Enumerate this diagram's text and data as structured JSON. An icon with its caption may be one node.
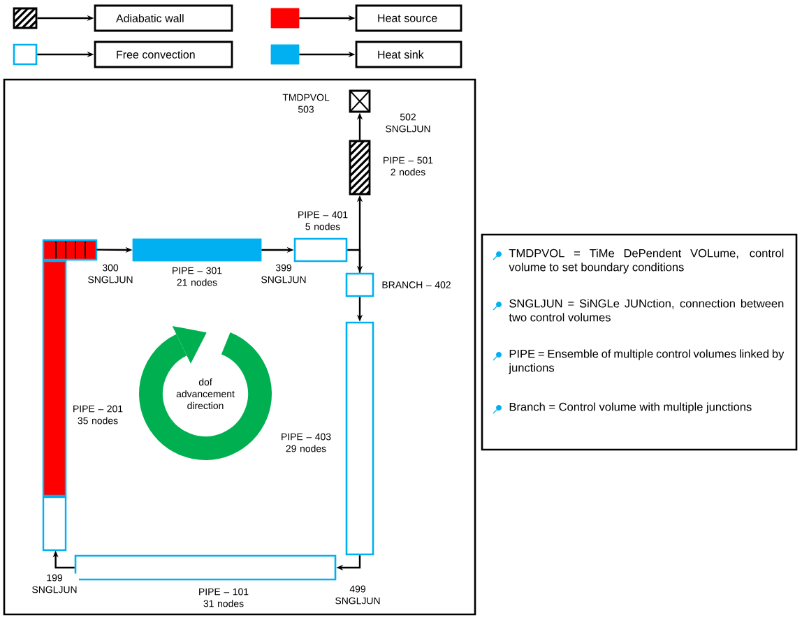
{
  "diagram": {
    "nodes": [
      {
        "text": [],
        "shape": "box"
      },
      {
        "text": [
          "Adiabatic wall"
        ]
      },
      {
        "text": [],
        "shape": "box"
      },
      {
        "text": [
          "Heat source"
        ]
      },
      {
        "text": [],
        "shape": "box"
      },
      {
        "text": [
          "Free convection"
        ]
      },
      {
        "text": [],
        "shape": "box"
      },
      {
        "text": [
          "Heat sink"
        ]
      },
      {
        "text": [
          "TMDPVOL 503"
        ]
      },
      {
        "text": [
          "PIPE – 501 2 nodes"
        ]
      },
      {
        "text": [
          "PIPE – 401 5 nodes"
        ]
      },
      {
        "text": [
          "BRANCH – 402"
        ]
      },
      {
        "text": [
          "PIPE – 403 29 nodes"
        ]
      },
      {
        "text": [
          "PIPE – 101 31 nodes"
        ]
      },
      {
        "text": [
          "PIPE – 201 35 nodes"
        ]
      },
      {
        "text": [
          "PIPE – 301 21 nodes"
        ]
      },
      {
        "text": [
          "dof advancement direction"
        ]
      },
      {
        "text": [
          "TMDPVOL = TiMe DePendent VOLume, control volume to set boundary conditions",
          "SNGLJUN = SiNGLe JUNction, connection between two control volumes",
          "PIPE = Ensemble of multiple control volumes linked by junctions",
          "Branch = Control volume with multiple junctions"
        ]
      }
    ],
    "edges": [
      {
        "from": 0,
        "to": 1,
        "arrow": "to"
      },
      {
        "from": 2,
        "to": 3,
        "arrow": "to"
      },
      {
        "from": 4,
        "to": 5,
        "arrow": "to"
      },
      {
        "from": 6,
        "to": 7,
        "arrow": "to"
      },
      {
        "from": 14,
        "to": 15,
        "arrow": "to",
        "label": "300 SNGLJUN"
      },
      {
        "from": 15,
        "to": 10,
        "arrow": "to",
        "label": "399 SNGLJUN"
      },
      {
        "from": 10,
        "to": 11,
        "arrow": "to"
      },
      {
        "from": 11,
        "to": 9,
        "arrow": "to"
      },
      {
        "from": 9,
        "to": 8,
        "arrow": "to",
        "label": "502 SNGLJUN"
      },
      {
        "from": 11,
        "to": 12,
        "arrow": "to"
      },
      {
        "from": 12,
        "to": 13,
        "arrow": "to",
        "label": "499 SNGLJUN"
      },
      {
        "from": 13,
        "to": 14,
        "arrow": "to",
        "label": "199 SNGLJUN"
      }
    ]
  }
}
